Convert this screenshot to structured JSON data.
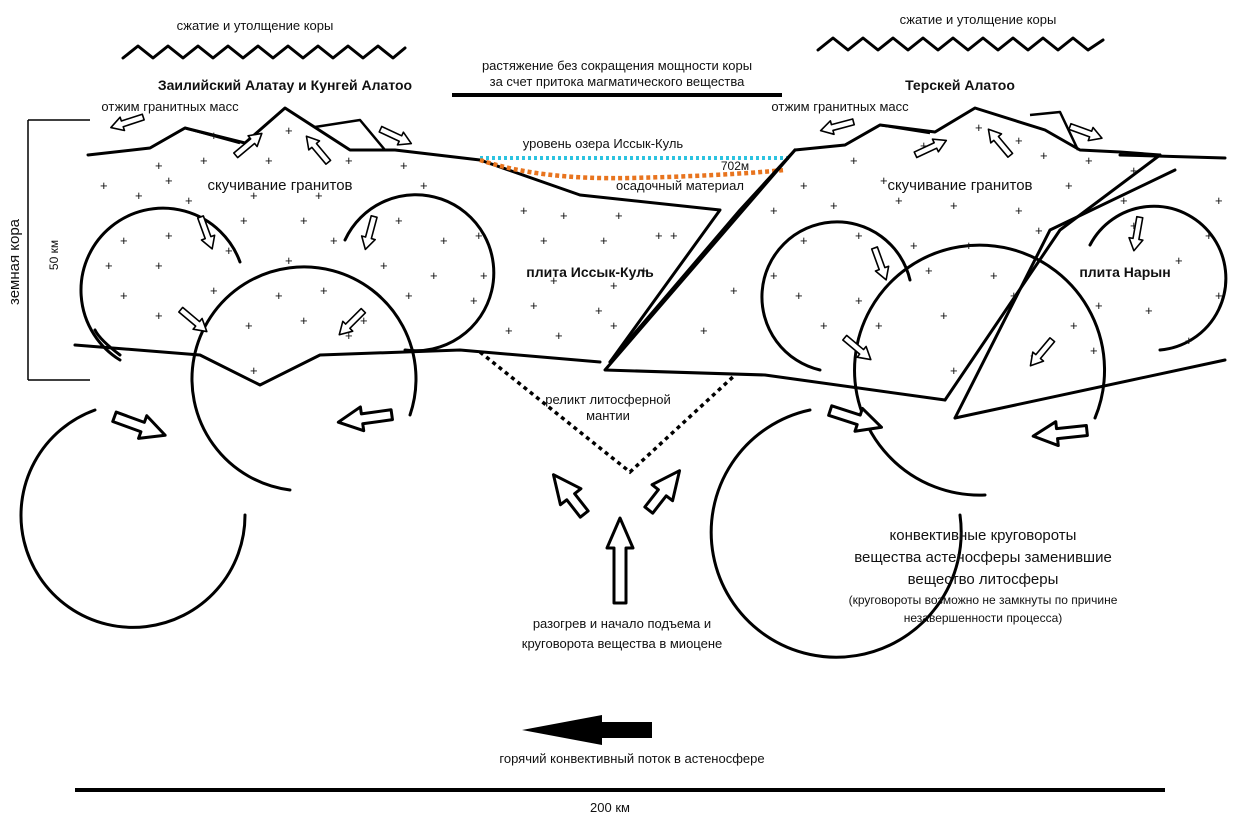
{
  "labels": {
    "compression_left": "сжатие и утолщение коры",
    "compression_right": "сжатие и утолщение коры",
    "extension_1": "растяжение без сокращения мощности коры",
    "extension_2": "за счет притока магматического вещества",
    "range_left": "Заилийский Алатау и Кунгей Алатоо",
    "range_right": "Терскей Алатоо",
    "squeeze_left": "отжим гранитных масс",
    "squeeze_right": "отжим гранитных масс",
    "lake_level": "уровень озера Иссык-Куль",
    "lake_depth": "702м",
    "sediment": "осадочный материал",
    "granite_left": "скучивание гранитов",
    "granite_right": "скучивание гранитов",
    "crust": "земная кора",
    "crust_thickness": "50 км",
    "plate_issyk": "плита Иссык-Куль",
    "plate_naryn": "плита Нарын",
    "relict_1": "реликт литосферной",
    "relict_2": "мантии",
    "convective_1": "конвективные круговороты",
    "convective_2": "вещества астеносферы заменившие",
    "convective_3": "вещество литосферы",
    "convective_4": "(круговороты возможно не замкнуты по причине",
    "convective_5": "незавершенности процесса)",
    "heating_1": "разогрев и начало подъема и",
    "heating_2": "круговорота вещества в миоцене",
    "hot_flow": "горячий конвективный поток в астеносфере",
    "scale": "200 км"
  },
  "colors": {
    "lake_level": "#2cc3e0",
    "sediment": "#e8741e",
    "line": "#000000"
  }
}
